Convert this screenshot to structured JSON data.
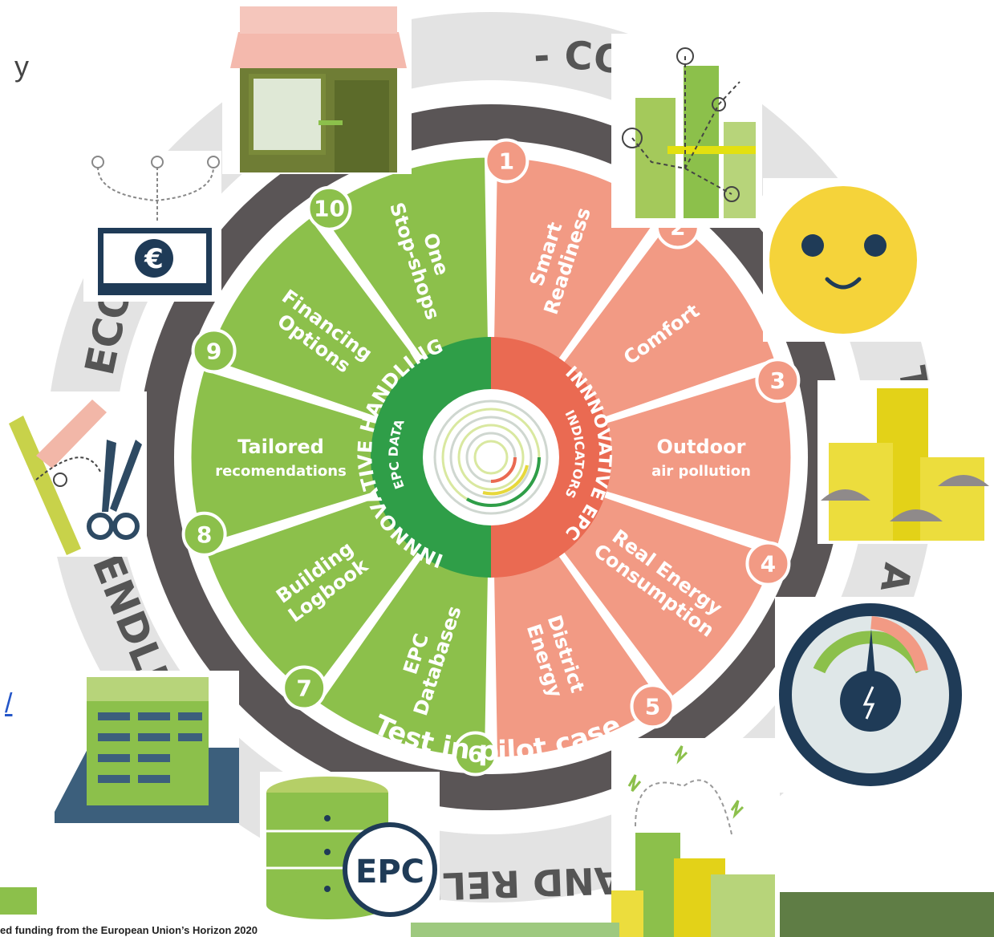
{
  "wheel": {
    "outer_ring_text": [
      "- COMPLI",
      "TI",
      "A",
      "ECO",
      "ENDLI",
      "AND RELI"
    ],
    "test_band_text": [
      "Test",
      "in pilot case"
    ],
    "left_half_title": [
      "INNNOVATIVE HANDLING",
      "EPC DATA"
    ],
    "right_half_title": [
      "INNNOVATIVE EPC",
      "INDICATORS"
    ],
    "segments": [
      {
        "num": "1",
        "lines": [
          "Smart",
          "Readiness"
        ]
      },
      {
        "num": "2",
        "lines": [
          "Comfort"
        ]
      },
      {
        "num": "3",
        "lines": [
          "Outdoor",
          "air pollution"
        ]
      },
      {
        "num": "4",
        "lines": [
          "Real Energy",
          "Consumption"
        ]
      },
      {
        "num": "5",
        "lines": [
          "District",
          "Energy"
        ]
      },
      {
        "num": "6",
        "lines": [
          "EPC",
          "Databases"
        ]
      },
      {
        "num": "7",
        "lines": [
          "Building",
          "Logbook"
        ]
      },
      {
        "num": "8",
        "lines": [
          "Tailored",
          "recomendations"
        ]
      },
      {
        "num": "9",
        "lines": [
          "Financing",
          "Options"
        ]
      },
      {
        "num": "10",
        "lines": [
          "One",
          "Stop-shops"
        ]
      }
    ]
  },
  "colors": {
    "green_segment": "#8cc04b",
    "green_inner": "#2f9e48",
    "salmon_segment": "#f29a84",
    "red_inner": "#ea6a52",
    "dark_ring": "#5a5556",
    "light_ring": "#e3e3e3"
  },
  "icons": {
    "shop": "shop-icon",
    "smart_buildings": "smart-buildings-icon",
    "smiley": "smiley-face-icon",
    "euro": "euro-banknotes-icon",
    "tools": "ruler-scissors-icon",
    "polluted_buildings": "buildings-pollution-icon",
    "gauge": "energy-gauge-icon",
    "logbook": "building-logbook-icon",
    "database": "epc-database-icon",
    "district_energy": "district-energy-icon"
  },
  "epc_badge": "EPC",
  "side_text_fragment": "y",
  "link_fragment": "/",
  "footer_text": "ed funding from the European Union’s Horizon 2020"
}
